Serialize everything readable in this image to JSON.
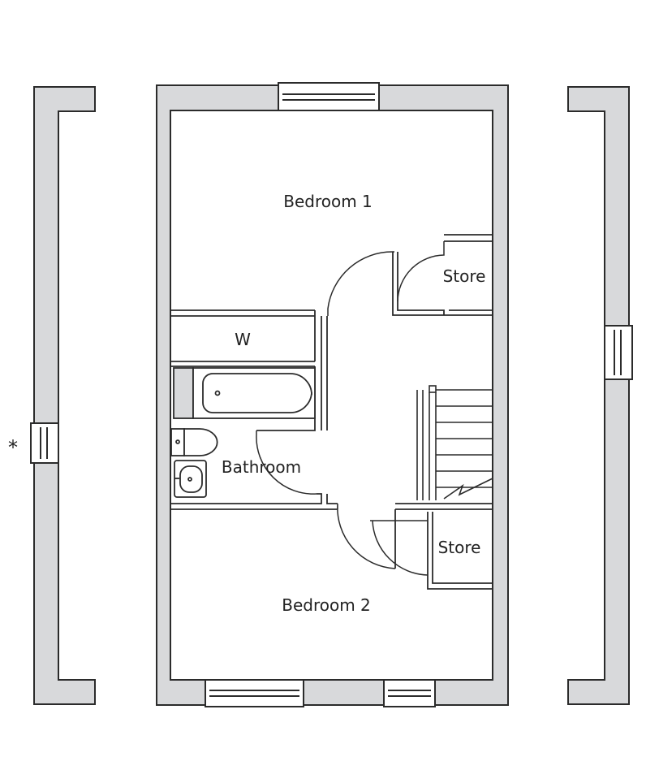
{
  "colors": {
    "wall_fill": "#d8d9db",
    "wall_stroke": "#2b2b2b",
    "background": "#ffffff"
  },
  "rooms": {
    "bedroom1": "Bedroom 1",
    "store_top": "Store",
    "wardrobe": "W",
    "bathroom": "Bathroom",
    "store_bottom": "Store",
    "bedroom2": "Bedroom 2"
  },
  "marker": "*"
}
